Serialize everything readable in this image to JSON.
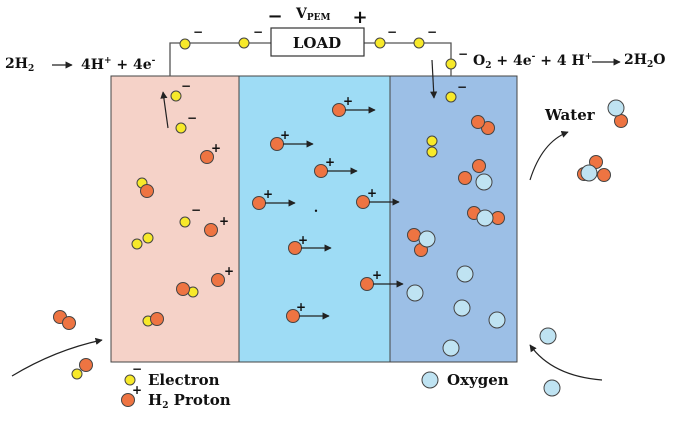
{
  "voltage_label": {
    "main": "V",
    "sub": "PEM"
  },
  "load_label": "LOAD",
  "anode_eq": {
    "left": "2H",
    "left_sub": "2",
    "right": "4H",
    "right_sup": "+",
    "plus": " + 4e",
    "plus_sup": "-"
  },
  "cathode_eq": {
    "left": "O",
    "left_sub": "2",
    "mid": " + 4e",
    "mid_sup": "-",
    "mid2": " + 4 H",
    "mid2_sup": "+",
    "right": "2H",
    "right_sub": "2",
    "right_end": "O"
  },
  "water_label": "Water",
  "legend": {
    "electron": "Electron",
    "proton_prefix": "H",
    "proton_sub": "2",
    "proton_label": " Proton",
    "oxygen": "Oxygen"
  },
  "symbols": {
    "minus": "−",
    "plus": "+",
    "dot": "•"
  },
  "colors": {
    "anode": "#f5d2c8",
    "membrane": "#9edcf5",
    "cathode": "#9cbfe6",
    "electron": "#f7e92a",
    "proton": "#ee7442",
    "oxygen": "#bfe3f2"
  }
}
